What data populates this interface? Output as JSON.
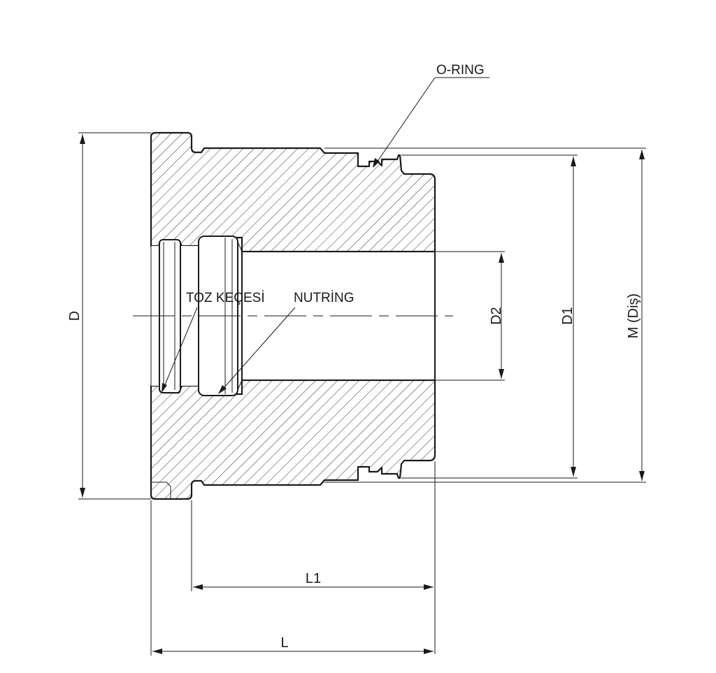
{
  "labels": {
    "o_ring": "O-RING",
    "toz_kecesi": "TOZ KEÇESİ",
    "nutring": "NUTRİNG",
    "d": "D",
    "d1": "D1",
    "d2": "D2",
    "m": "M  (Diş)",
    "l": "L",
    "l1": "L1"
  },
  "colors": {
    "line": "#1a1a1a",
    "background": "#ffffff"
  }
}
